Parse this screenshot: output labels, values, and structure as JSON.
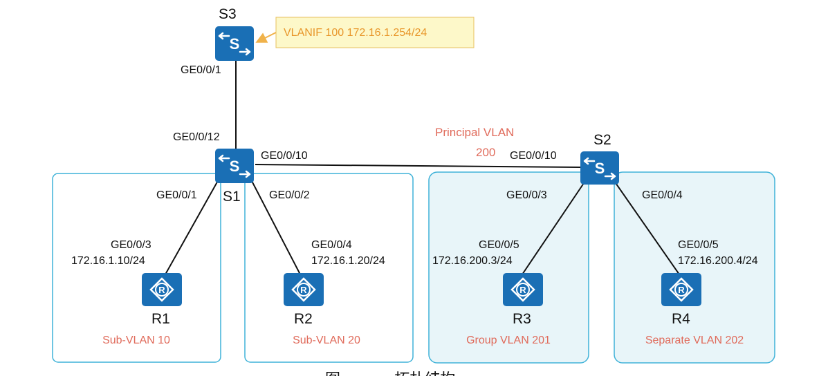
{
  "devices": {
    "s3": "S3",
    "s1": "S1",
    "s2": "S2",
    "r1": "R1",
    "r2": "R2",
    "r3": "R3",
    "r4": "R4"
  },
  "annotation": "VLANIF 100 172.16.1.254/24",
  "principal_vlan": [
    "Principal VLAN",
    "200"
  ],
  "ports": {
    "s3_down": "GE0/0/1",
    "s1_up": "GE0/0/12",
    "s1_to_s2": "GE0/0/10",
    "s2_to_s1": "GE0/0/10",
    "s1_to_r1": "GE0/0/1",
    "s1_to_r2": "GE0/0/2",
    "s2_to_r3": "GE0/0/3",
    "s2_to_r4": "GE0/0/4"
  },
  "hosts": {
    "r1": {
      "port": "GE0/0/3",
      "ip": "172.16.1.10/24"
    },
    "r2": {
      "port": "GE0/0/4",
      "ip": "172.16.1.20/24"
    },
    "r3": {
      "port": "GE0/0/5",
      "ip": "172.16.200.3/24"
    },
    "r4": {
      "port": "GE0/0/5",
      "ip": "172.16.200.4/24"
    }
  },
  "zones": {
    "z1": "Sub-VLAN 10",
    "z2": "Sub-VLAN 20",
    "z3": "Group VLAN 201",
    "z4": "Separate VLAN 202"
  },
  "caption": "图 ………  拓扑结构",
  "colors": {
    "device": "#1a6fb5",
    "zone_border": "#3fb2d8",
    "zone_fill": "#e8f5f9",
    "vlan_text": "#e06a5a",
    "note_fill": "#fdf8c9",
    "note_border": "#e8c060"
  }
}
